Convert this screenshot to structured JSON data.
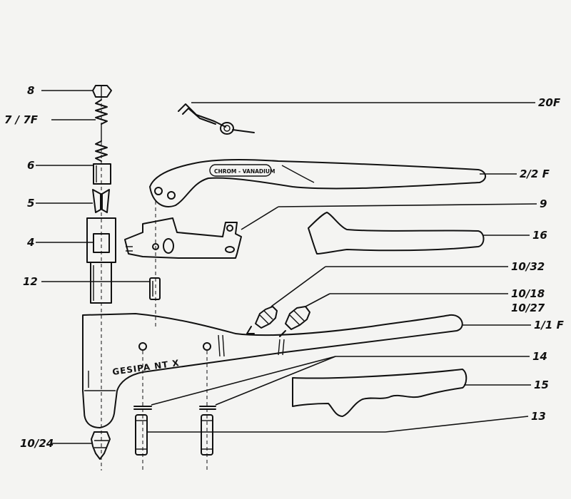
{
  "labels": {
    "p8": "8",
    "p7": "7 / 7F",
    "p6": "6",
    "p5": "5",
    "p4": "4",
    "p12": "12",
    "p1024": "10/24",
    "p20f": "20F",
    "p22f": "2/2 F",
    "p9": "9",
    "p16": "16",
    "p1032": "10/32",
    "p1018": "10/18",
    "p1027": "10/27",
    "p11f": "1/1 F",
    "p14": "14",
    "p15": "15",
    "p13": "13"
  },
  "handle_marking": "CHROM - VANADIUM",
  "body_marking": "GESIPA  NT X"
}
